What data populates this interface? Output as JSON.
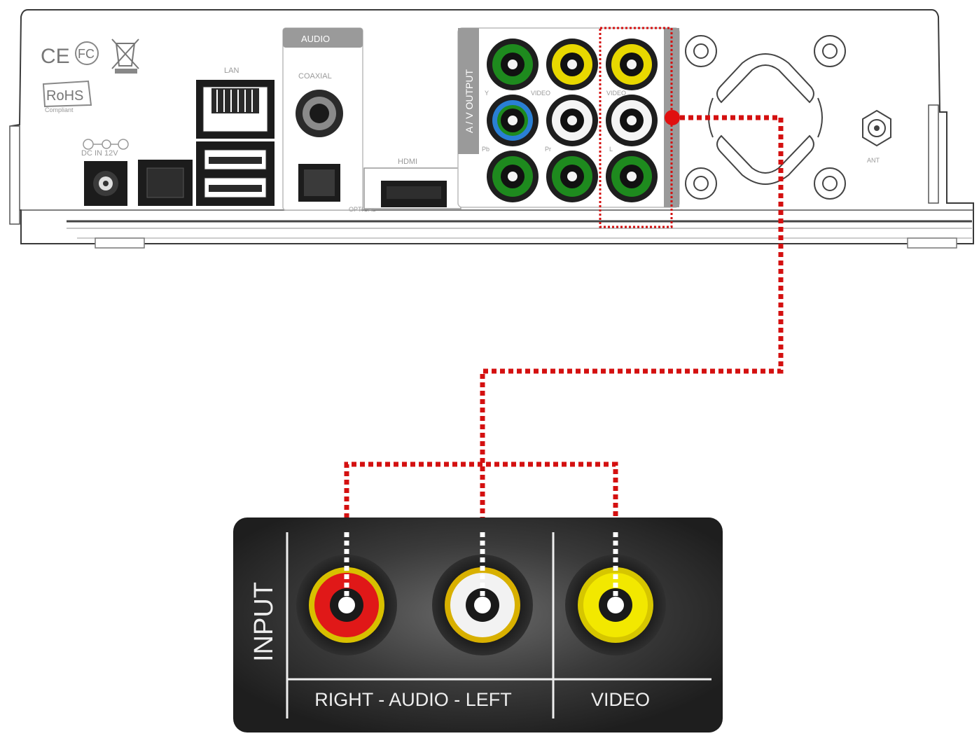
{
  "device": {
    "marks": {
      "ce": "CE",
      "fcc": "FC",
      "rohs": "RoHS",
      "rohs_sub": "Compliant"
    },
    "dc_label": "DC IN 12V",
    "lan_label": "LAN",
    "audio_header": "AUDIO",
    "coaxial_label": "COAXIAL",
    "optical_label": "OPTICAL",
    "hdmi_label": "HDMI",
    "av_output_label": "A / V OUTPUT",
    "jack_labels": {
      "y": "Y",
      "video": "VIDEO",
      "video2": "VIDEO",
      "pb": "Pb",
      "pr": "Pr",
      "l": "L"
    },
    "ant_label": "ANT",
    "colors": {
      "green": "#1e8a1e",
      "yellow": "#e8d800",
      "white": "#f4f4f4",
      "red": "#e01818",
      "blue": "#2a7fd4",
      "wire": "#d41010"
    }
  },
  "input_panel": {
    "title": "INPUT",
    "audio_label": "RIGHT - AUDIO - LEFT",
    "video_label": "VIDEO"
  }
}
